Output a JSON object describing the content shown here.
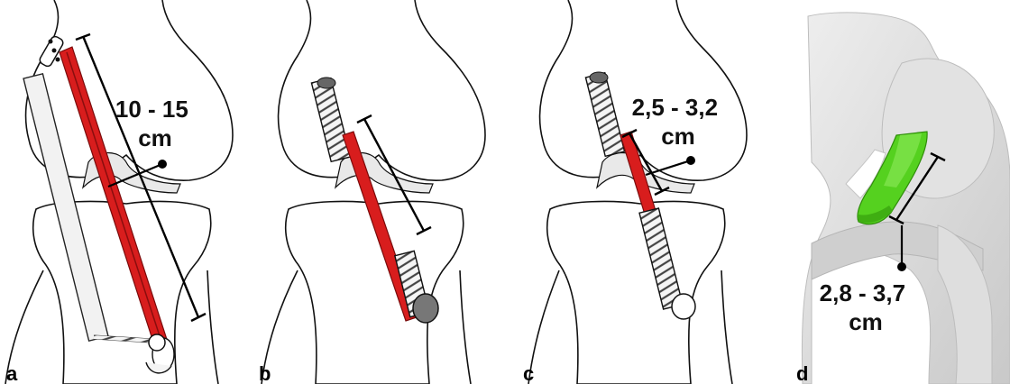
{
  "panels": [
    {
      "letter": "a",
      "measure": "10 - 15\ncm",
      "measure_lines": [
        "10 - 15",
        "cm"
      ]
    },
    {
      "letter": "b",
      "measure": "",
      "measure_lines": []
    },
    {
      "letter": "c",
      "measure": "2,5 - 3,2\ncm",
      "measure_lines": [
        "2,5 - 3,2",
        "cm"
      ]
    },
    {
      "letter": "d",
      "measure": "2,8 - 3,7\ncm",
      "measure_lines": [
        "2,8 - 3,7",
        "cm"
      ]
    }
  ],
  "colors": {
    "graft": "#d81d1d",
    "graft_3d": "#55d11f",
    "bone_3d": "#d8d8d8",
    "line": "#000000"
  }
}
